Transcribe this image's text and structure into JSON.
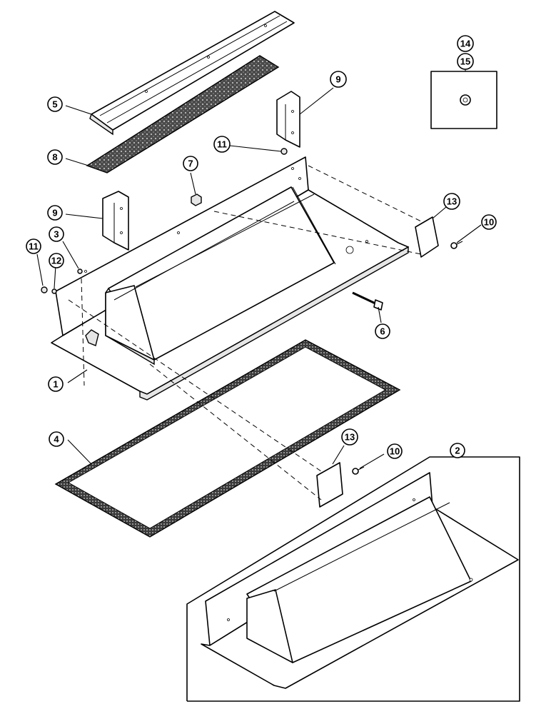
{
  "diagram": {
    "type": "exploded-parts-view",
    "callouts": {
      "c1": "1",
      "c2": "2",
      "c3": "3",
      "c4": "4",
      "c5": "5",
      "c6": "6",
      "c7": "7",
      "c8": "8",
      "c9a": "9",
      "c9b": "9",
      "c10a": "10",
      "c10b": "10",
      "c11a": "11",
      "c11b": "11",
      "c12": "12",
      "c13a": "13",
      "c13b": "13",
      "c14": "14",
      "c15": "15"
    }
  }
}
